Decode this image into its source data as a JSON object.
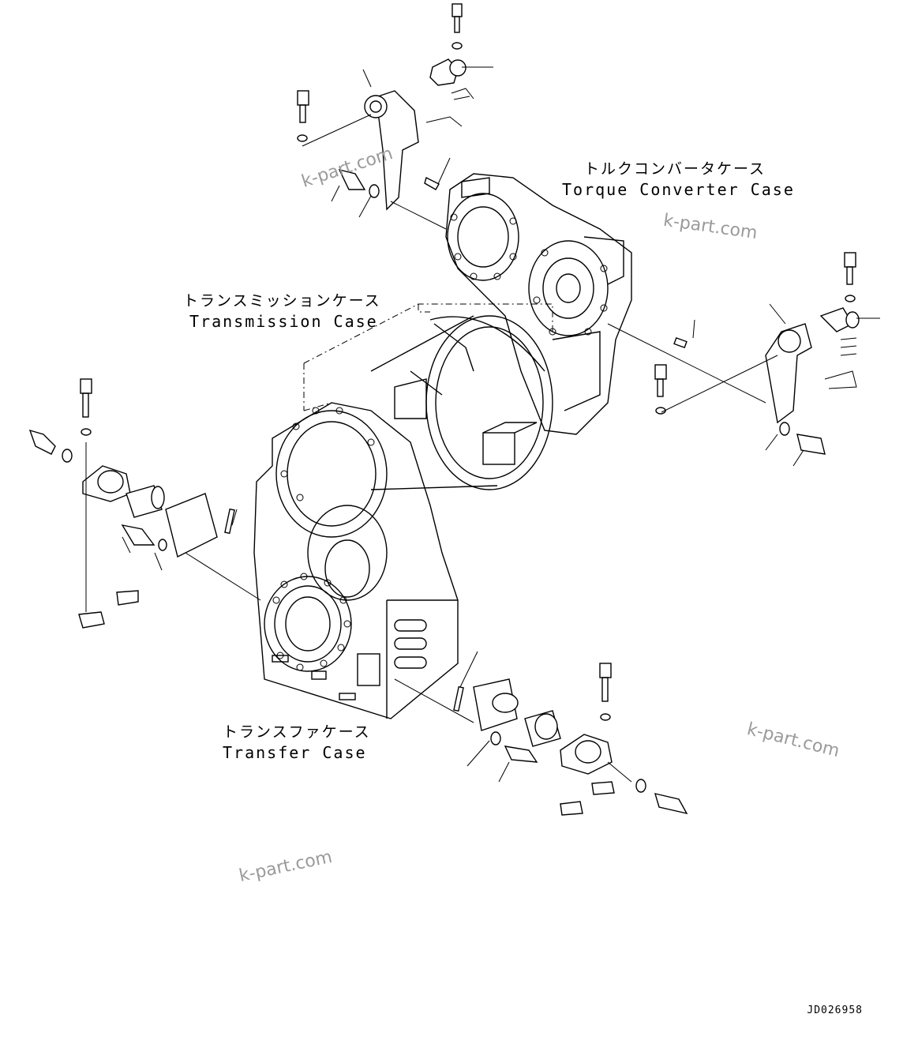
{
  "labels": {
    "torque_converter_jp": "トルクコンバータケース",
    "torque_converter_en": "Torque Converter Case",
    "transmission_jp": "トランスミッションケース",
    "transmission_en": "Transmission Case",
    "transfer_jp": "トランスファケース",
    "transfer_en": "Transfer Case"
  },
  "watermarks": [
    "k-part.com",
    "k-part.com",
    "k-part.com",
    "k-part.com"
  ],
  "drawing_code": "JD026958"
}
